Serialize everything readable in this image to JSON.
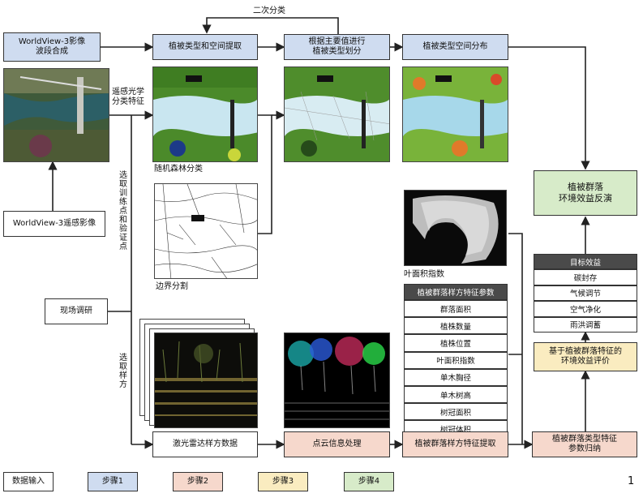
{
  "top": {
    "secondary_classification": "二次分类"
  },
  "inputs": {
    "wv3_fusion": "WorldView-3影像\n波段合成",
    "wv3_image": "WorldView-3遥感影像",
    "field_survey": "现场调研"
  },
  "steps": {
    "veg_type_extraction": "植被类型和空间提取",
    "dominant_species_division": "根据主要值进行\n植被类型划分",
    "veg_spatial_distribution": "植被类型空间分布",
    "community_inversion": "植被群落\n环境效益反演",
    "lidar_data": "激光雷达样方数据",
    "point_cloud": "点云信息处理",
    "feature_extraction": "植被群落样方特征提取",
    "feature_induction": "植被群落类型特征\n参数归纳",
    "evaluation": "基于植被群落特征的\n环境效益评价"
  },
  "annotations": {
    "rs_spectral": "遥感光学\n分类特征",
    "select_training": "选取训练点和验证点",
    "select_plots": "选取样方",
    "random_forest": "随机森林分类",
    "boundary_segmentation": "边界分割",
    "lai": "叶面积指数"
  },
  "benefits": {
    "header": "目标效益",
    "items": [
      "碳封存",
      "气候调节",
      "空气净化",
      "雨洪调蓄"
    ]
  },
  "params": {
    "header": "植被群落样方特征参数",
    "items": [
      "群落面积",
      "植株数量",
      "植株位置",
      "叶面积指数",
      "单木胸径",
      "单木树高",
      "树冠面积",
      "树冠体积"
    ]
  },
  "legend": {
    "items": [
      "数据输入",
      "步骤1",
      "步骤2",
      "步骤3",
      "步骤4"
    ]
  },
  "page_number": "1",
  "colors": {
    "step1": "#cfdcf0",
    "step2": "#f6d8cc",
    "step3": "#faecc0",
    "step4": "#d7ebc9",
    "data_input": "#ffffff"
  }
}
